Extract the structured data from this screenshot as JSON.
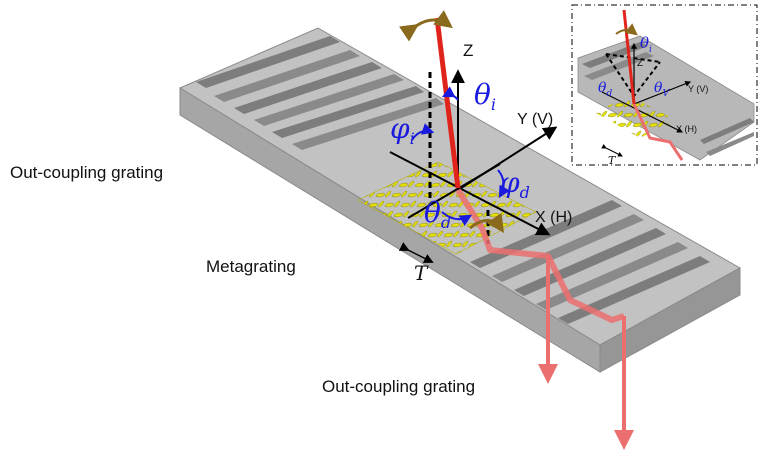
{
  "labels": {
    "out_coupling_left": "Out-coupling grating",
    "metagrating": "Metagrating",
    "out_coupling_bottom": "Out-coupling grating",
    "period": "T"
  },
  "axes": {
    "z": "Z",
    "y": "Y (V)",
    "x": "X (H)"
  },
  "angles": {
    "theta_i": "θ",
    "theta_i_sub": "i",
    "phi_i": "φ",
    "phi_i_sub": "i",
    "phi_d": "φ",
    "phi_d_sub": "d",
    "theta_d": "θ",
    "theta_d_sub": "d"
  },
  "inset": {
    "theta_i": "θ",
    "theta_i_sub": "i",
    "theta_d": "θ",
    "theta_d_sub": "d",
    "theta_v": "θ",
    "theta_v_sub": "V",
    "z": "Z",
    "y": "Y (V)",
    "x": "X (H)",
    "period": "T"
  },
  "colors": {
    "beam": "#e0241b",
    "beam_faded": "#ec6f6f",
    "angle_text": "#1a1adf",
    "slab_top": "#bfbfbf",
    "slab_side": "#a9a9a9",
    "groove": "#7d7d7d",
    "metagrating": "#e6e000",
    "rotation_arrow": "#8a6a1c"
  }
}
